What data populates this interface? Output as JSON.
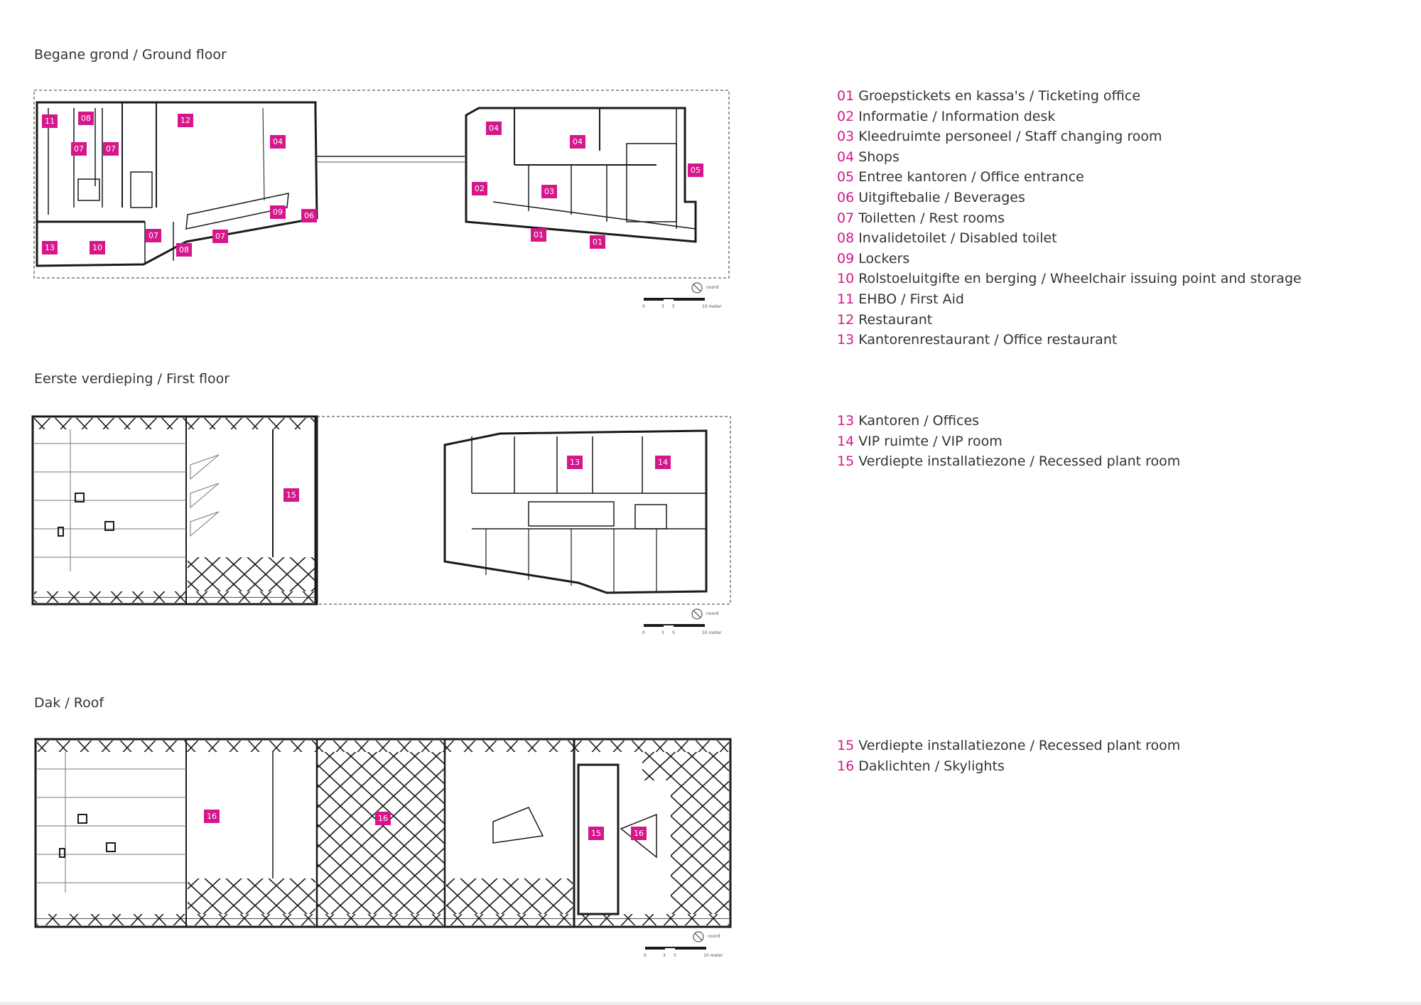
{
  "sections": [
    {
      "title": "Begane grond / Ground floor"
    },
    {
      "title": "Eerste verdieping / First floor"
    },
    {
      "title": "Dak / Roof"
    }
  ],
  "legends": [
    [
      {
        "num": "01",
        "text": "Groepstickets en kassa's / Ticketing office"
      },
      {
        "num": "02",
        "text": "Informatie / Information desk"
      },
      {
        "num": "03",
        "text": "Kleedruimte personeel / Staff changing room"
      },
      {
        "num": "04",
        "text": "Shops"
      },
      {
        "num": "05",
        "text": "Entree kantoren / Office entrance"
      },
      {
        "num": "06",
        "text": "Uitgiftebalie / Beverages"
      },
      {
        "num": "07",
        "text": "Toiletten / Rest rooms"
      },
      {
        "num": "08",
        "text": "Invalidetoilet / Disabled toilet"
      },
      {
        "num": "09",
        "text": "Lockers"
      },
      {
        "num": "10",
        "text": "Rolstoeluitgifte en berging / Wheelchair issuing point and storage"
      },
      {
        "num": "11",
        "text": "EHBO / First Aid"
      },
      {
        "num": "12",
        "text": "Restaurant"
      },
      {
        "num": "13",
        "text": "Kantorenrestaurant / Office restaurant"
      }
    ],
    [
      {
        "num": "13",
        "text": "Kantoren / Offices"
      },
      {
        "num": "14",
        "text": "VIP ruimte / VIP room"
      },
      {
        "num": "15",
        "text": "Verdiepte installatiezone / Recessed plant room"
      }
    ],
    [
      {
        "num": "15",
        "text": "Verdiepte installatiezone / Recessed plant room"
      },
      {
        "num": "16",
        "text": "Daklichten / Skylights"
      }
    ]
  ],
  "tags": {
    "ground": [
      "11",
      "08",
      "12",
      "07",
      "07",
      "04",
      "04",
      "04",
      "05",
      "02",
      "03",
      "09",
      "06",
      "13",
      "10",
      "07",
      "08",
      "07",
      "01",
      "01"
    ],
    "first": [
      "15",
      "13",
      "14"
    ],
    "roof": [
      "16",
      "16",
      "15",
      "16"
    ]
  },
  "scale": {
    "north": "noord",
    "ticks": [
      "0",
      "3",
      "5",
      "10 meter"
    ]
  },
  "colors": {
    "accent": "#d6168b",
    "text": "#333333",
    "line": "#1a1a1a"
  }
}
